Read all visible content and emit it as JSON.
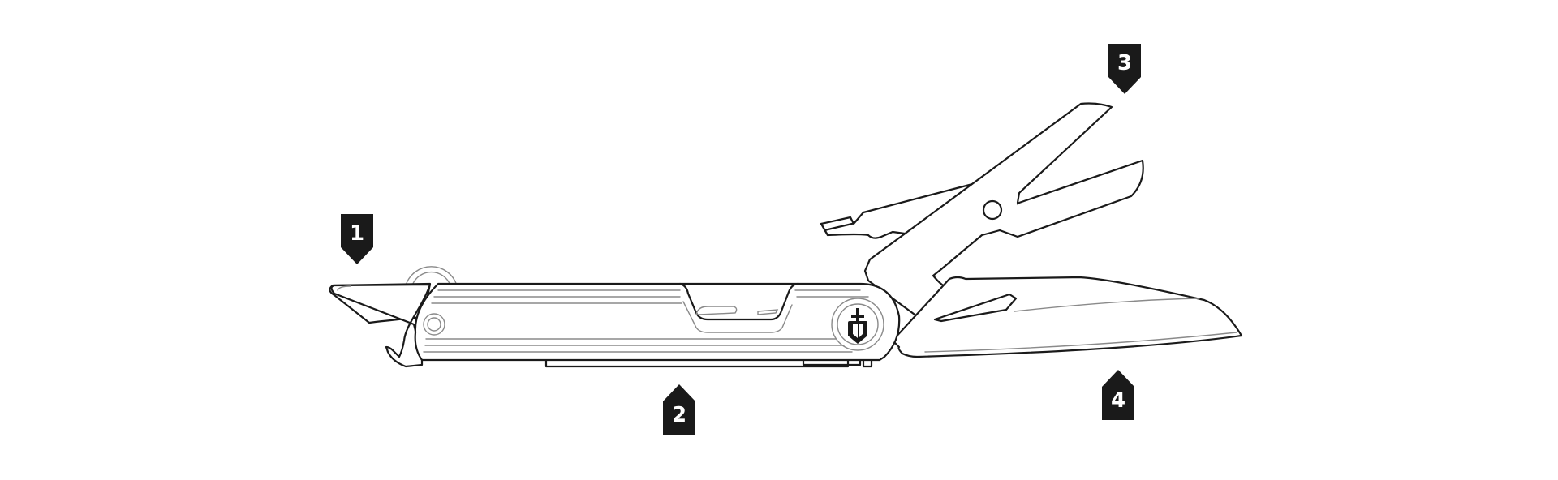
{
  "diagram": {
    "subject": "multi-tool (folded body with scissors and blade opened)",
    "colors": {
      "background": "#ffffff",
      "line": "#1a1a1a",
      "detail_line": "#8a8a8a",
      "callout_fill": "#1a1a1a",
      "callout_text": "#ffffff"
    },
    "callouts": [
      {
        "label": "1",
        "direction": "down",
        "points_to": "pry bar / bottle opener"
      },
      {
        "label": "2",
        "direction": "up",
        "points_to": "bottom tool (file)"
      },
      {
        "label": "3",
        "direction": "down",
        "points_to": "scissors"
      },
      {
        "label": "4",
        "direction": "up",
        "points_to": "knife blade"
      }
    ],
    "logo": "shield-sword-logo"
  }
}
